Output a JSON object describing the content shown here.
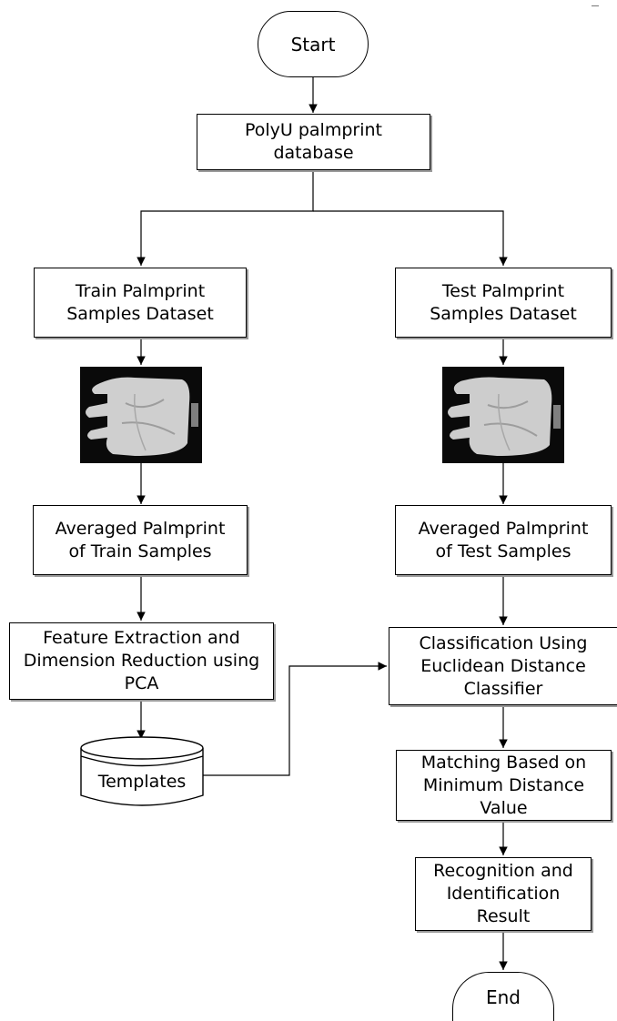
{
  "nodes": {
    "start": "Start",
    "database": "PolyU palmprint\ndatabase",
    "train_dataset": "Train Palmprint\nSamples Dataset",
    "test_dataset": "Test Palmprint\nSamples Dataset",
    "train_image": "train palmprint sample image",
    "test_image": "test palmprint sample image",
    "train_average": "Averaged Palmprint\nof Train Samples",
    "test_average": "Averaged Palmprint\nof Test Samples",
    "feature_extraction": "Feature Extraction and\nDimension Reduction using\nPCA",
    "templates": "Templates",
    "classification": "Classification Using\nEuclidean Distance\nClassifier",
    "matching": "Matching Based on\nMinimum Distance\nValue",
    "recognition": "Recognition and\nIdentification\nResult",
    "end": "End"
  },
  "colors": {
    "stroke": "#000000",
    "background": "#ffffff",
    "image_bg": "#0a0a0a",
    "palm": "#cfcfcf"
  }
}
